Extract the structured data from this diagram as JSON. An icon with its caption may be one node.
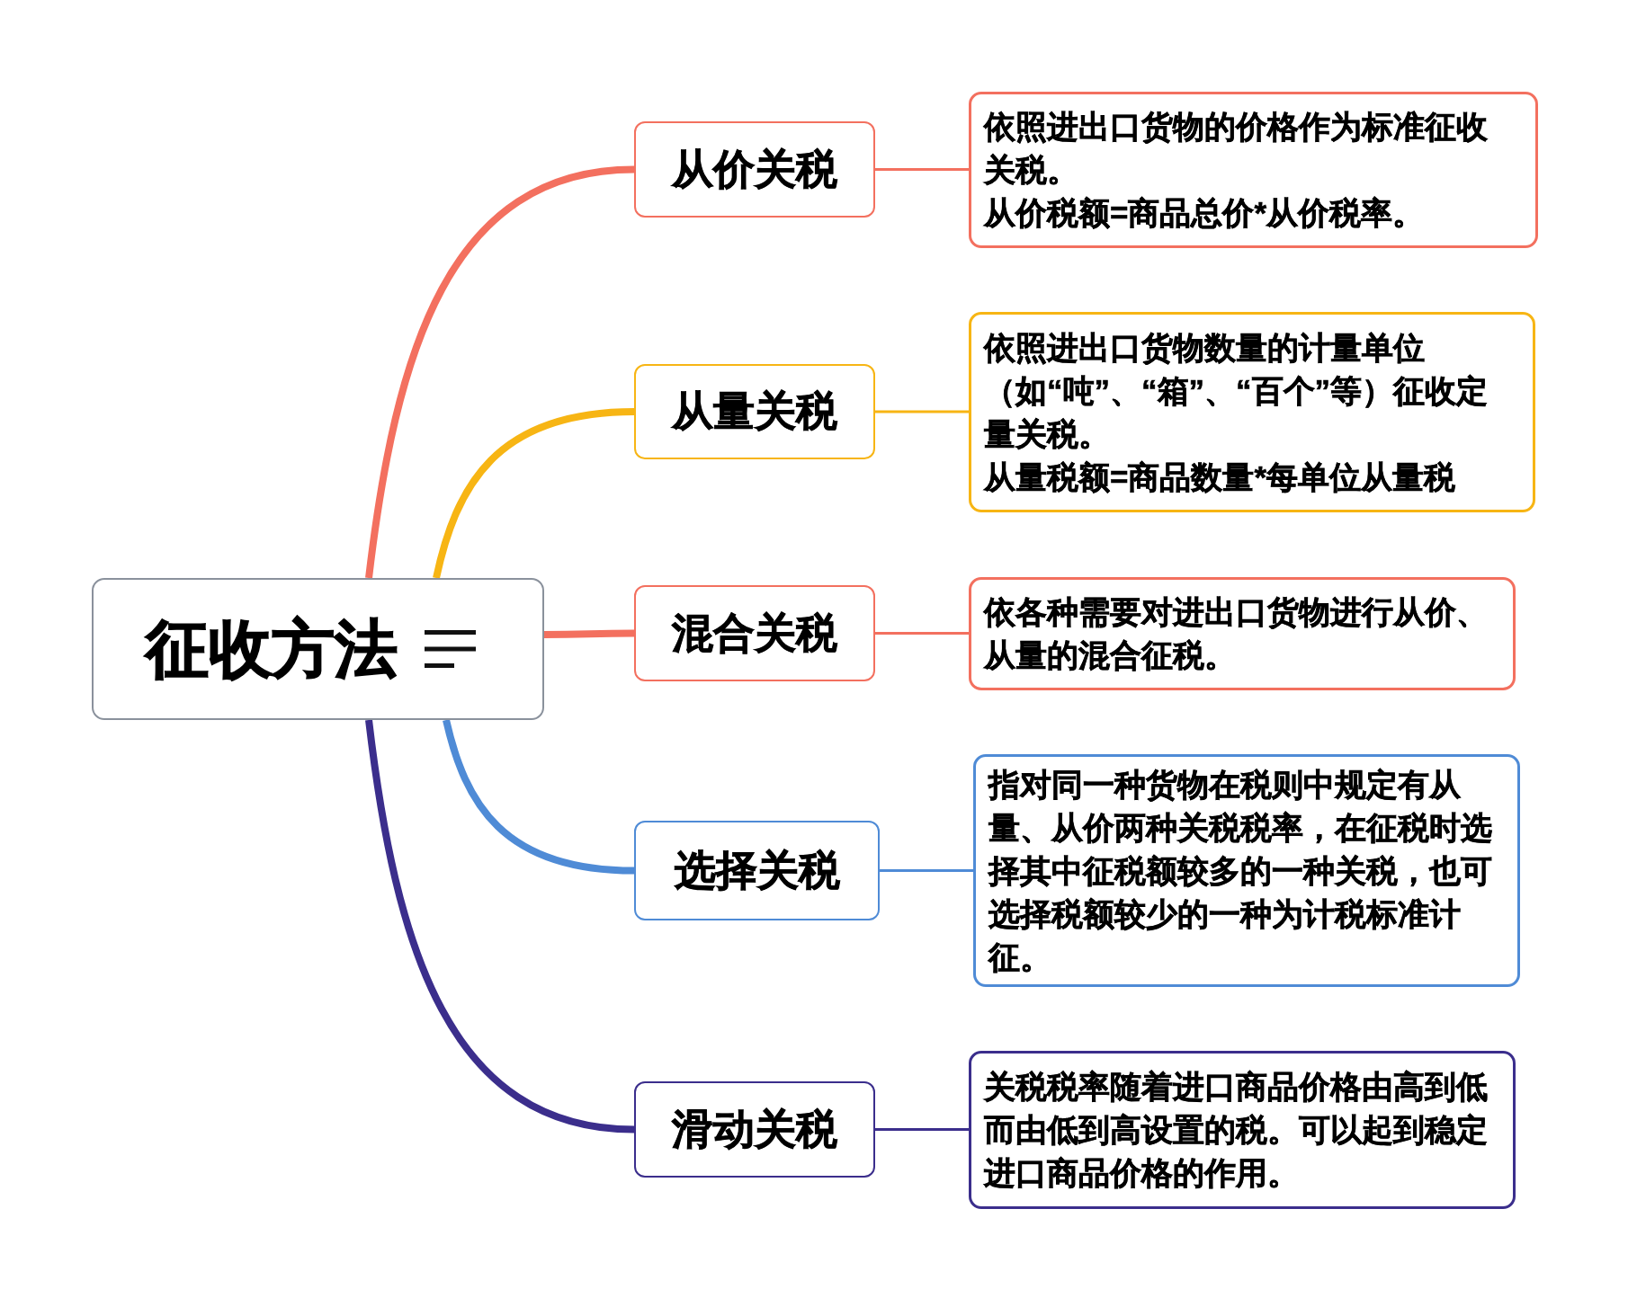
{
  "diagram": {
    "nodes": [
      {
        "text": [
          "征收方法"
        ]
      },
      {
        "text": [
          "从价关税"
        ]
      },
      {
        "text": [
          "依照进出口货物的价格作为标准征收关税。",
          "从价税额=商品总价*从价税率。"
        ]
      },
      {
        "text": [
          "从量关税"
        ]
      },
      {
        "text": [
          "依照进出口货物数量的计量单位（如“吨”、“箱”、“百个”等）征收定量关税。",
          "从量税额=商品数量*每单位从量税"
        ]
      },
      {
        "text": [
          "混合关税"
        ]
      },
      {
        "text": [
          "依各种需要对进出口货物进行从价、从量的混合征税。"
        ]
      },
      {
        "text": [
          "选择关税"
        ]
      },
      {
        "text": [
          "指对同一种货物在税则中规定有从量、从价两种关税税率，在征税时选择其中征税额较多的一种关税，也可选择税额较少的一种为计税标准计征。"
        ]
      },
      {
        "text": [
          "滑动关税"
        ]
      },
      {
        "text": [
          "关税税率随着进口商品价格由高到低而由低到高设置的税。可以起到稳定进口商品价格的作用。"
        ]
      }
    ],
    "edges": [
      {
        "from": 0,
        "to": 1,
        "arrow": "none",
        "style": "thick",
        "color": "#f3705f"
      },
      {
        "from": 1,
        "to": 2,
        "arrow": "none",
        "color": "#f3705f"
      },
      {
        "from": 0,
        "to": 3,
        "arrow": "none",
        "style": "thick",
        "color": "#f7b514"
      },
      {
        "from": 3,
        "to": 4,
        "arrow": "none",
        "color": "#f7b514"
      },
      {
        "from": 0,
        "to": 5,
        "arrow": "none",
        "style": "thick",
        "color": "#f3705f"
      },
      {
        "from": 5,
        "to": 6,
        "arrow": "none",
        "color": "#f3705f"
      },
      {
        "from": 0,
        "to": 7,
        "arrow": "none",
        "style": "thick",
        "color": "#4f8bd6"
      },
      {
        "from": 7,
        "to": 8,
        "arrow": "none",
        "color": "#4f8bd6"
      },
      {
        "from": 0,
        "to": 9,
        "arrow": "none",
        "style": "thick",
        "color": "#3b2e8c"
      },
      {
        "from": 9,
        "to": 10,
        "arrow": "none",
        "color": "#3b2e8c"
      }
    ]
  }
}
